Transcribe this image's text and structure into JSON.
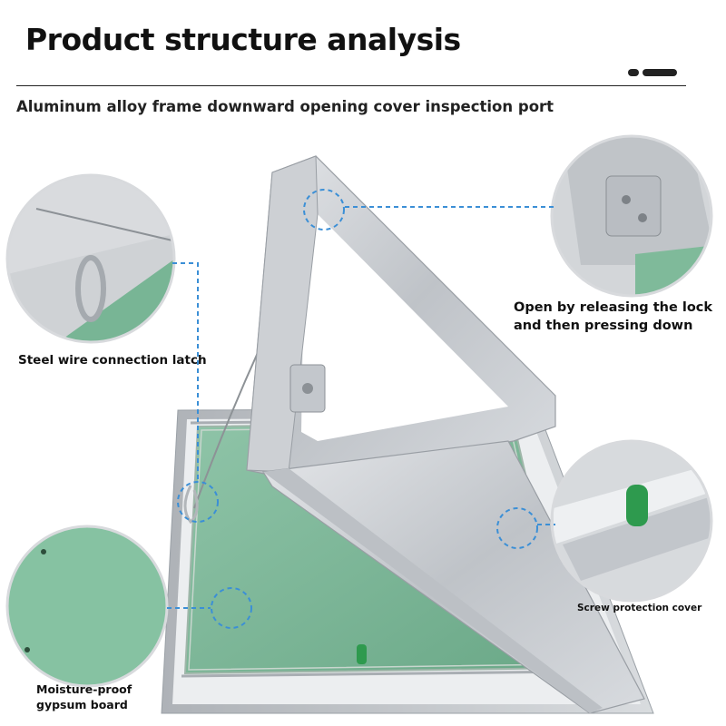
{
  "header": {
    "title": "Product structure analysis",
    "subtitle": "Aluminum alloy frame downward opening cover inspection port"
  },
  "callouts": {
    "steel_wire": "Steel wire connection latch",
    "lock": [
      "Open by releasing the lock",
      "and then pressing down"
    ],
    "screw_cover": "Screw protection cover",
    "gypsum": [
      "Moisture-proof",
      "gypsum board"
    ]
  },
  "colors": {
    "accent_dashed": "#3b8fd6",
    "gypsum_green": "#7fb89b",
    "aluminum": "#c9ccd0",
    "screw_cap": "#2e9a4e"
  }
}
